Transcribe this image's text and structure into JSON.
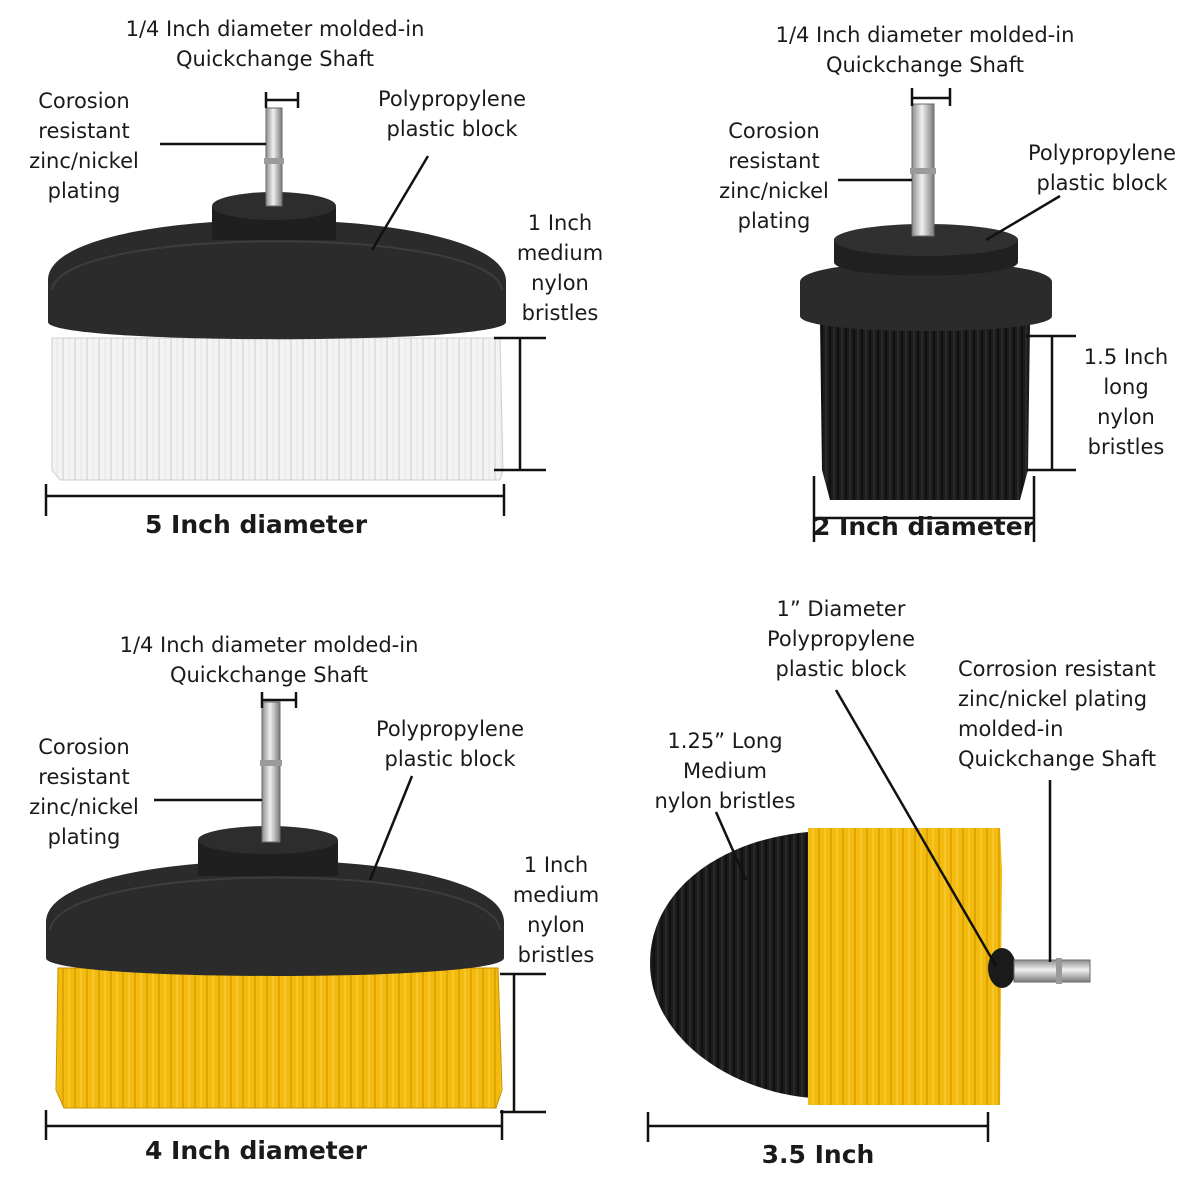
{
  "colors": {
    "block": "#2b2b2b",
    "block_dark": "#141414",
    "bristle_white": "#f2f2f2",
    "bristle_black": "#1b1b1b",
    "bristle_yellow": "#f3bb0e",
    "shaft": "#c8c8c8",
    "line": "#111111"
  },
  "panels": {
    "white_brush": {
      "shaft_label": "1/4 Inch diameter molded-in\nQuickchange Shaft",
      "plating_label": "Corosion\nresistant\nzinc/nickel\nplating",
      "block_label": "Polypropylene\nplastic block",
      "bristle_label": "1 Inch\nmedium\nnylon\nbristles",
      "diameter_label": "5 Inch diameter"
    },
    "black_brush": {
      "shaft_label": "1/4 Inch diameter molded-in\nQuickchange Shaft",
      "plating_label": "Corosion\nresistant\nzinc/nickel\nplating",
      "block_label": "Polypropylene\nplastic block",
      "bristle_label": "1.5 Inch\nlong\nnylon\nbristles",
      "diameter_label": "2 Inch diameter"
    },
    "yellow_brush": {
      "shaft_label": "1/4 Inch diameter molded-in\nQuickchange Shaft",
      "plating_label": "Corosion\nresistant\nzinc/nickel\nplating",
      "block_label": "Polypropylene\nplastic block",
      "bristle_label": "1 Inch\nmedium\nnylon\nbristles",
      "diameter_label": "4 Inch diameter"
    },
    "round_brush": {
      "block_label": "1”  Diameter\nPolypropylene\nplastic block",
      "shaft_label": "Corrosion resistant\nzinc/nickel plating\nmolded-in\nQuickchange Shaft",
      "bristle_label": "1.25”  Long\nMedium\nnylon bristles",
      "length_label": "3.5 Inch"
    }
  }
}
